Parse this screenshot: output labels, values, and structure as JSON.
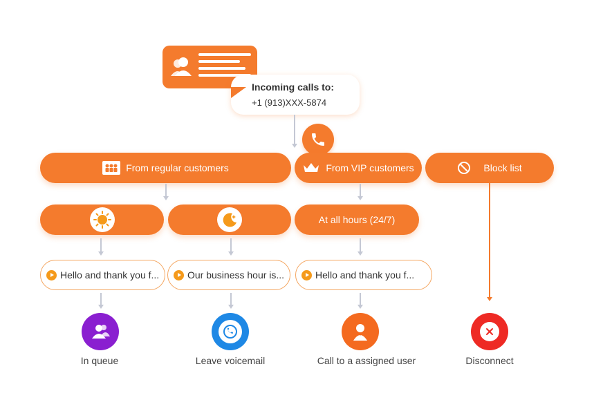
{
  "header": {
    "title": "Incoming calls to:",
    "number": "+1 (913)XXX-5874"
  },
  "branches": {
    "regular": "From regular customers",
    "vip": "From VIP customers",
    "block": "Block list"
  },
  "schedules": {
    "day": "",
    "night": "",
    "all_hours": "At all hours (24/7)"
  },
  "messages": [
    "Hello and thank you f...",
    "Our business hour is...",
    "Hello and thank you f..."
  ],
  "endpoints": [
    {
      "label": "In queue",
      "color": "#8a1fd0",
      "icon": "users-icon"
    },
    {
      "label": "Leave voicemail",
      "color": "#1e88e5",
      "icon": "voicemail-icon"
    },
    {
      "label": "Call to a assigned user",
      "color": "#f46a1f",
      "icon": "user-icon"
    },
    {
      "label": "Disconnect",
      "color": "#ee2a24",
      "icon": "close-icon"
    }
  ],
  "colors": {
    "primary": "#f47b2d",
    "connector": "#c4c8d4",
    "block_connector": "#f47b2d"
  }
}
